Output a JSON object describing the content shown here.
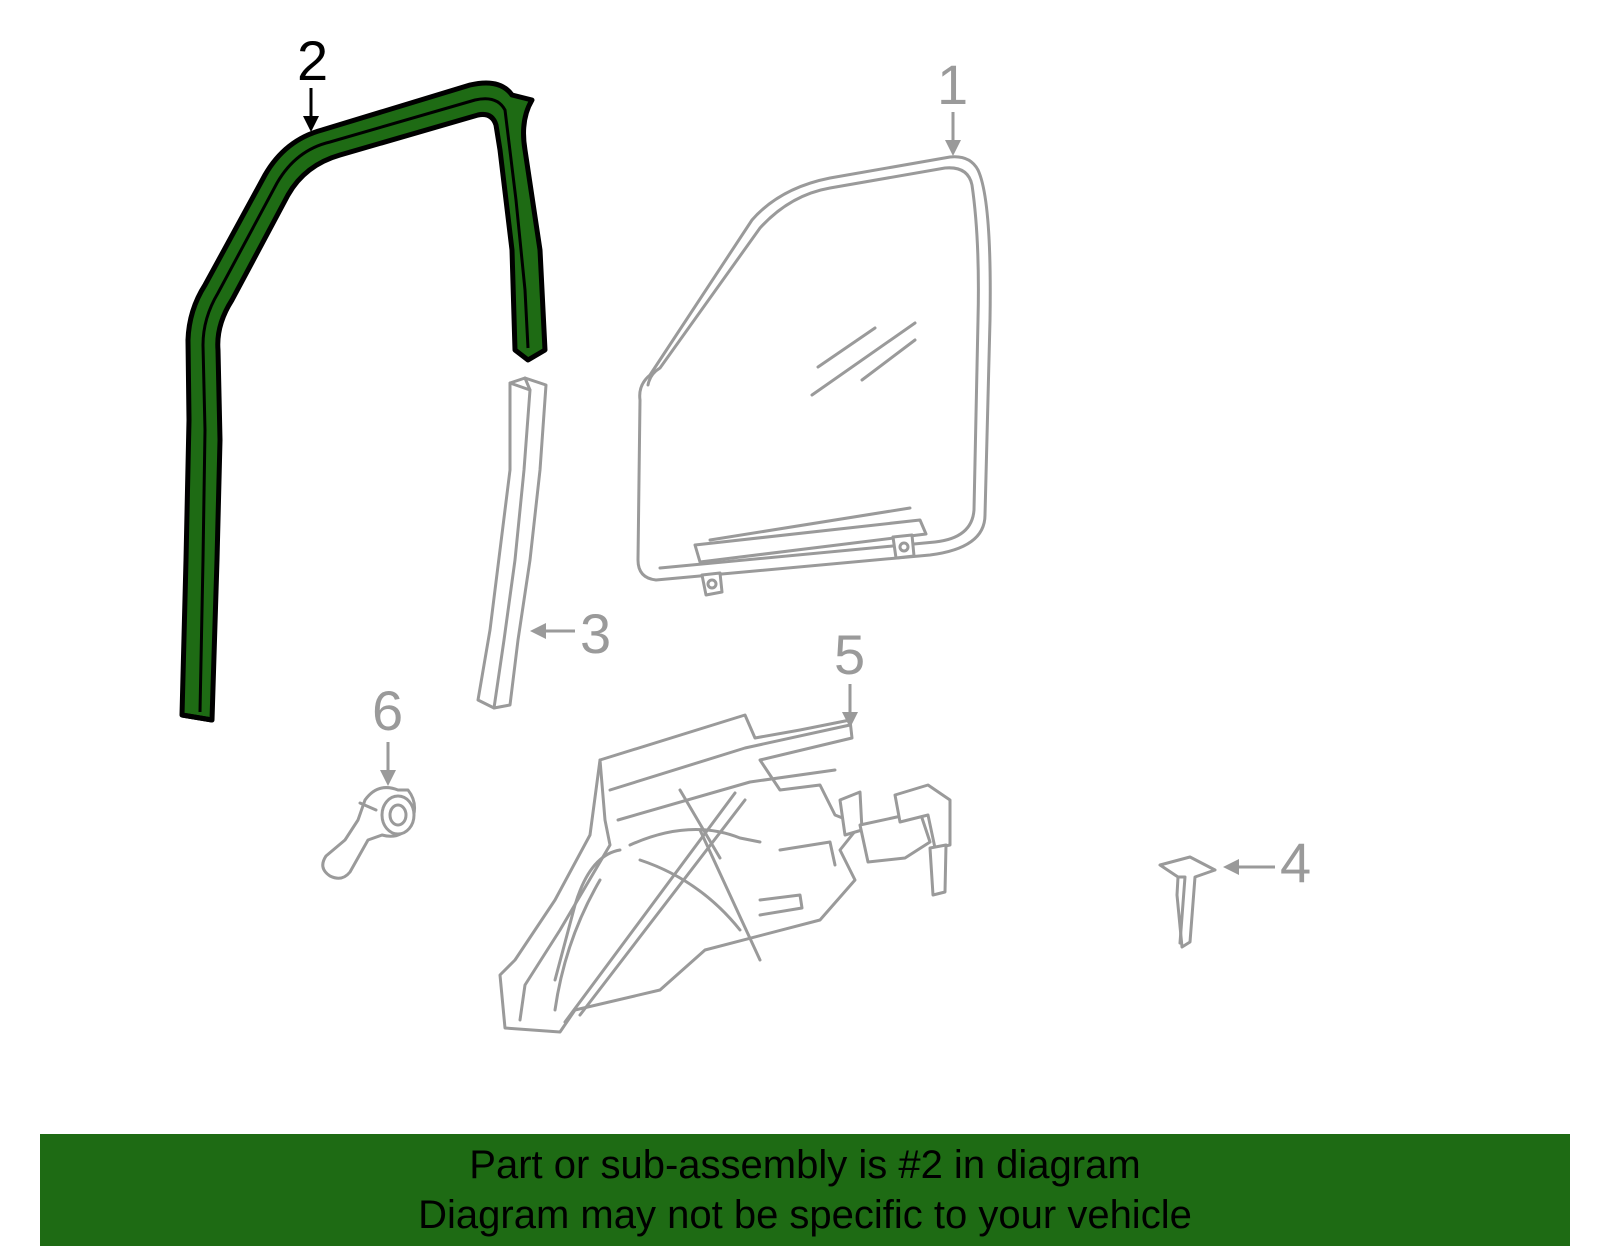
{
  "parts": [
    {
      "number": "1",
      "name": "door-glass",
      "highlighted": false
    },
    {
      "number": "2",
      "name": "run-channel",
      "highlighted": true
    },
    {
      "number": "3",
      "name": "division-bar-channel",
      "highlighted": false
    },
    {
      "number": "4",
      "name": "clip",
      "highlighted": false
    },
    {
      "number": "5",
      "name": "window-regulator",
      "highlighted": false
    },
    {
      "number": "6",
      "name": "window-crank-handle",
      "highlighted": false
    }
  ],
  "colors": {
    "highlight_fill": "#1e6b14",
    "highlight_stroke": "#000000",
    "part_stroke": "#9a9a9a",
    "banner_bg": "#1e6b14"
  },
  "banner": {
    "line1": "Part or sub-assembly is #2 in diagram",
    "line2": "Diagram may not be specific to your vehicle"
  }
}
